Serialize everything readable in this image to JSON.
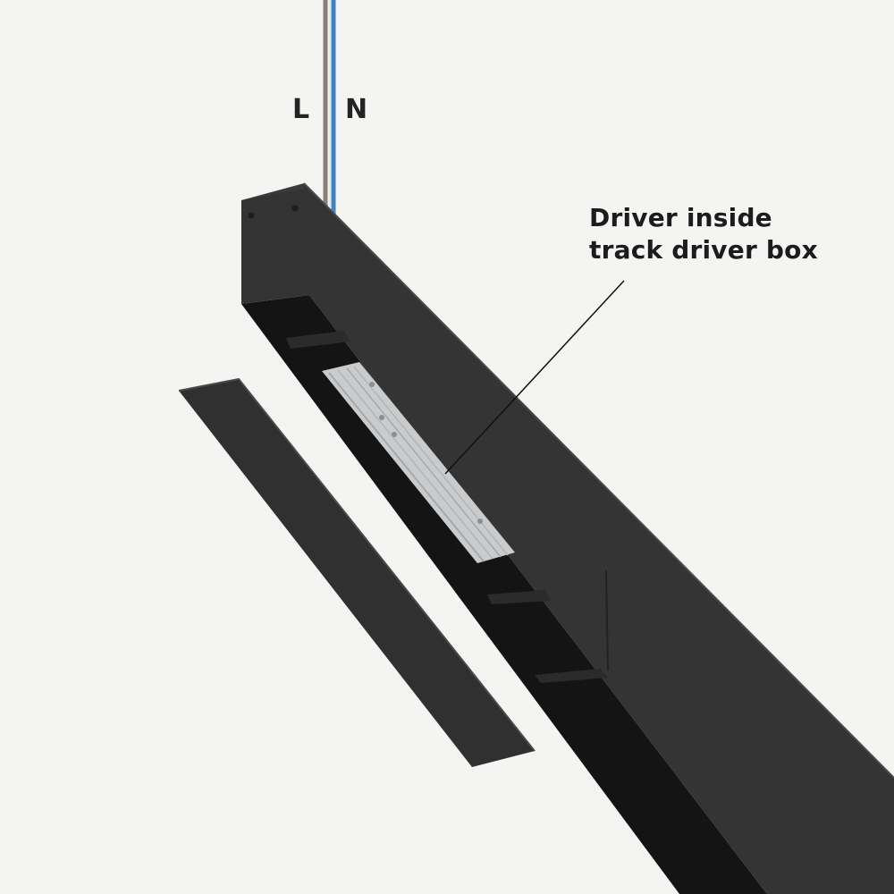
{
  "wires": {
    "live_label": "L",
    "neutral_label": "N",
    "live_color": "#8a7f78",
    "neutral_color": "#3d86c2"
  },
  "callout": {
    "line1": "Driver inside",
    "line2": "track driver box"
  },
  "colors": {
    "background": "#f4f4f2",
    "housing": "#2e2e2e",
    "driver": "#c9cbcd"
  }
}
